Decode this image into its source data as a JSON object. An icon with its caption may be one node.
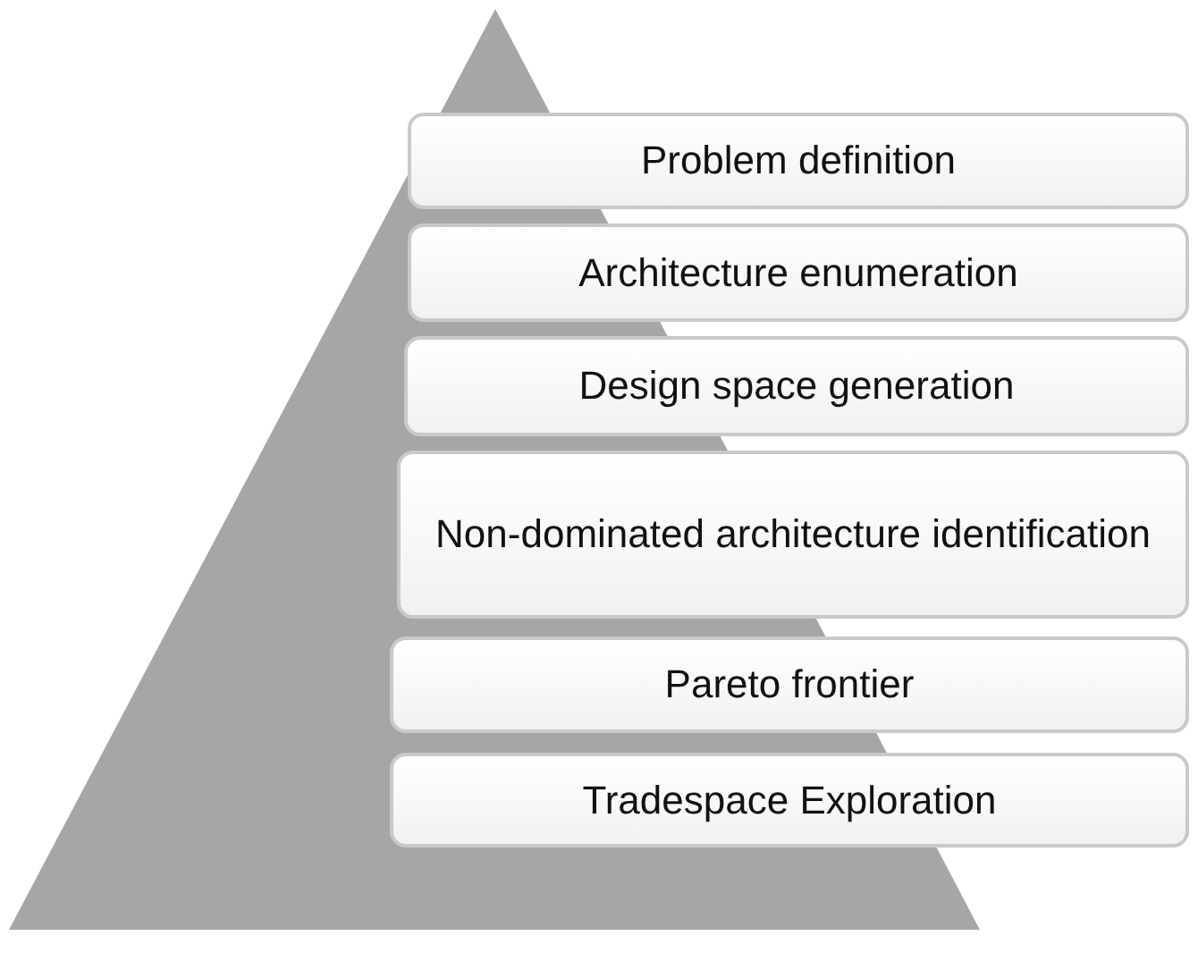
{
  "diagram": {
    "nodes": [
      {
        "text": [
          "Problem definition"
        ]
      },
      {
        "text": [
          "Architecture enumeration"
        ]
      },
      {
        "text": [
          "Design space generation"
        ]
      },
      {
        "text": [
          "Non-dominated architecture identification"
        ]
      },
      {
        "text": [
          "Pareto frontier"
        ]
      },
      {
        "text": [
          "Tradespace Exploration"
        ]
      }
    ]
  }
}
